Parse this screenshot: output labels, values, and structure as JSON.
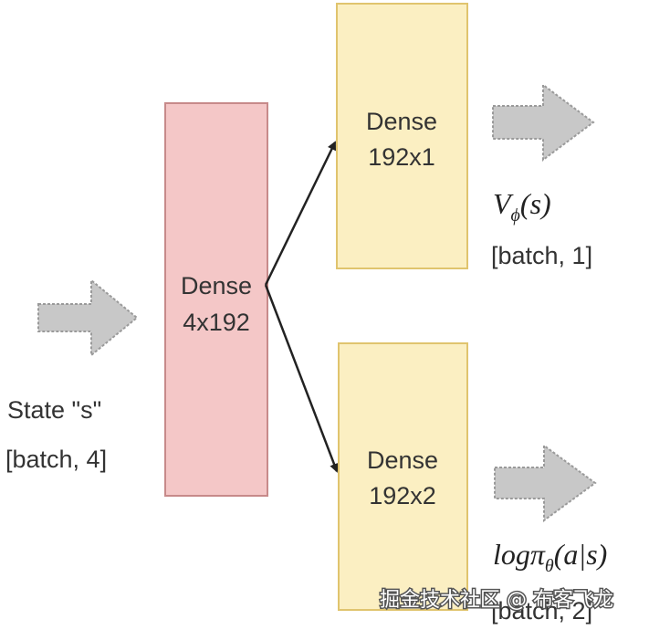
{
  "input": {
    "label": "State \"s\"",
    "shape": "[batch, 4]"
  },
  "layers": {
    "shared": {
      "name": "Dense",
      "dims": "4x192"
    },
    "value_head": {
      "name": "Dense",
      "dims": "192x1"
    },
    "policy_head": {
      "name": "Dense",
      "dims": "192x2"
    }
  },
  "outputs": {
    "value": {
      "symbol": "V",
      "subscript": "ϕ",
      "arg": "(s)",
      "shape": "[batch, 1]"
    },
    "policy": {
      "symbol": "logπ",
      "subscript": "θ",
      "arg": "(a|s)",
      "shape": "[batch, 2]"
    }
  },
  "watermark": "掘金技术社区 @ 布客飞龙",
  "colors": {
    "shared_fill": "#f4c7c7",
    "shared_stroke": "#c78a8a",
    "head_fill": "#fbefc2",
    "head_stroke": "#e0c46e",
    "arrow_fill": "#c8c8c8",
    "arrow_stroke": "#9a9a9a"
  }
}
